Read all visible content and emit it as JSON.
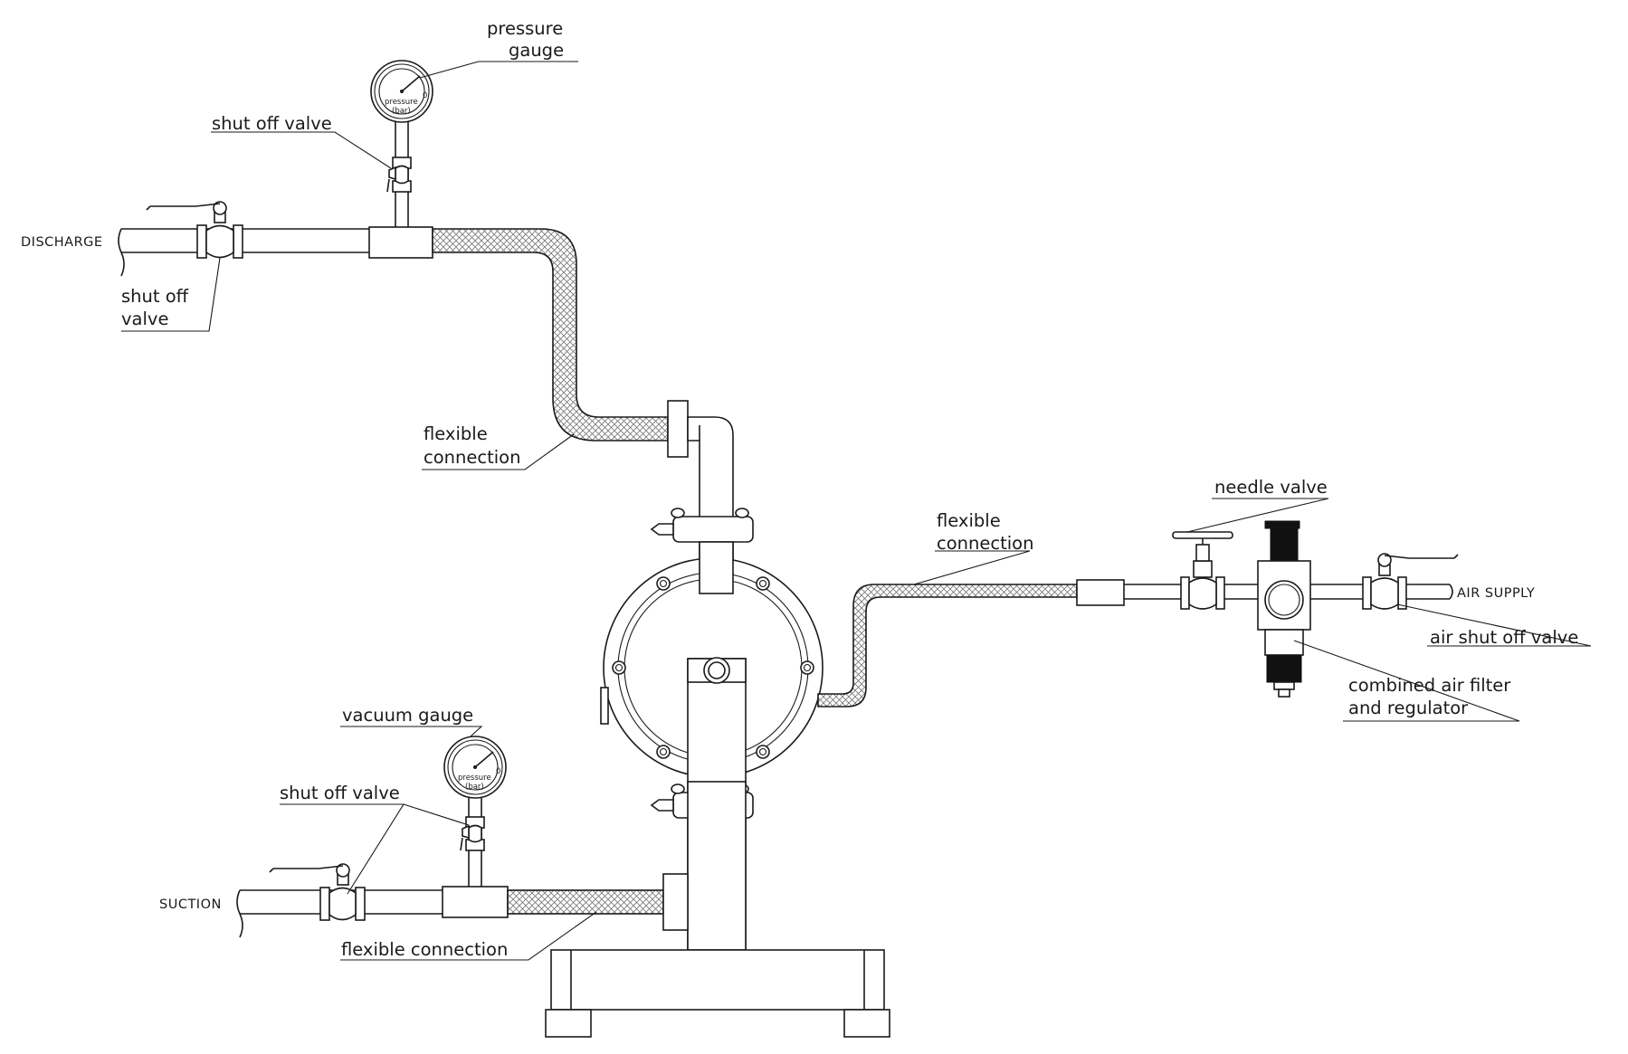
{
  "diagram": {
    "ends": {
      "discharge": "DISCHARGE",
      "suction": "SUCTION",
      "air_supply": "AIR SUPPLY"
    },
    "labels": {
      "pressure_gauge_1": "pressure",
      "pressure_gauge_2": "gauge",
      "shut_off_valve_top": "shut off valve",
      "shut_off_valve_discharge_1": "shut off",
      "shut_off_valve_discharge_2": "valve",
      "flexible_connection_discharge_1": "flexible",
      "flexible_connection_discharge_2": "connection",
      "flexible_connection_air_1": "flexible",
      "flexible_connection_air_2": "connection",
      "needle_valve": "needle valve",
      "air_shut_off_valve": "air shut off valve",
      "combined_filter_1": "combined air filter",
      "combined_filter_2": "and regulator",
      "vacuum_gauge": "vacuum gauge",
      "shut_off_valve_suction": "shut off valve",
      "flexible_connection_suction": "flexible connection"
    },
    "gauge_face": {
      "text_1": "pressure",
      "text_2": "(bar)",
      "zero": "0"
    }
  }
}
